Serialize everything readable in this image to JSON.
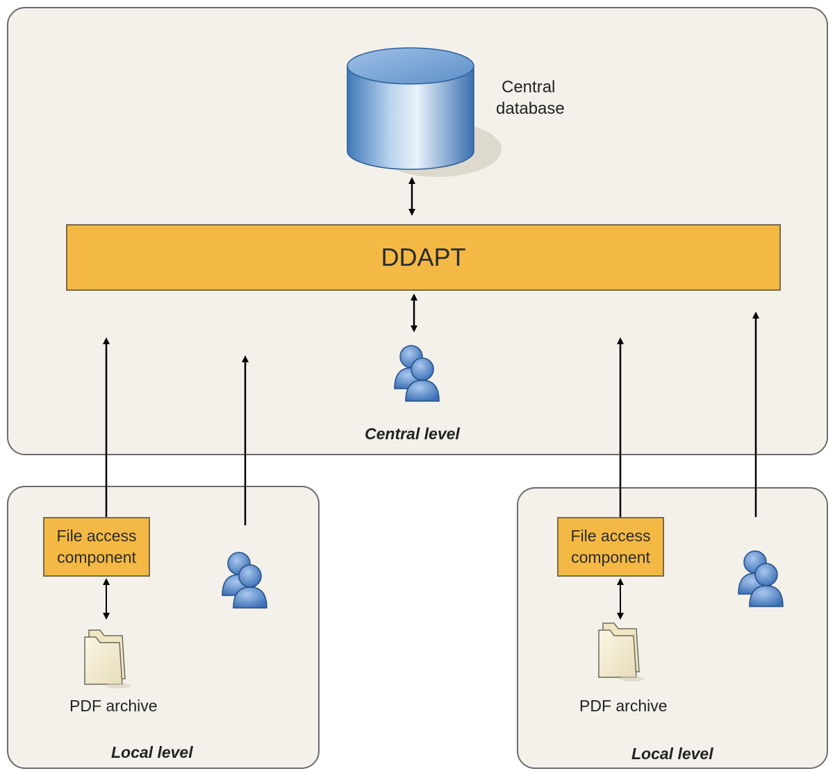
{
  "central": {
    "database_label_line1": "Central",
    "database_label_line2": "database",
    "system_label": "DDAPT",
    "level_label": "Central level"
  },
  "local_left": {
    "component_label": "File access\ncomponent",
    "archive_label": "PDF archive",
    "level_label": "Local level"
  },
  "local_right": {
    "component_label": "File access\ncomponent",
    "archive_label": "PDF archive",
    "level_label": "Local level"
  },
  "colors": {
    "panel_fill": "#f3f1ea",
    "orange_box": "#f4b944",
    "database_blue": "#4f86c2",
    "user_blue": "#4a7fc4"
  },
  "icons": [
    "database-icon",
    "users-icon",
    "folder-icon"
  ]
}
